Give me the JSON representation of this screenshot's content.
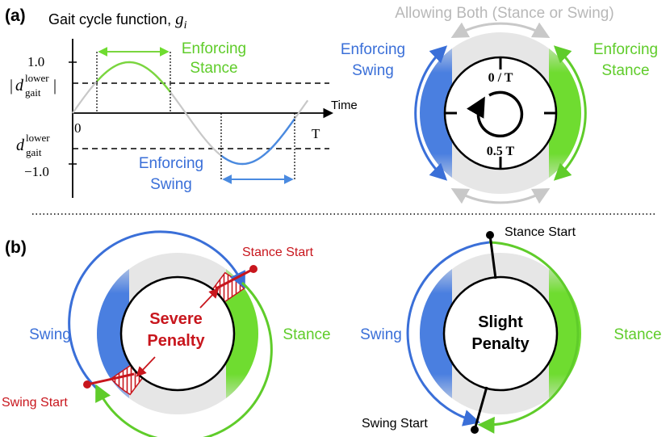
{
  "panel_a": {
    "label": "(a)",
    "graph": {
      "title": "Gait cycle function, ",
      "title_var": "g",
      "title_sub": "i",
      "y_one": "1.0",
      "y_minus_one": "−1.0",
      "d_open": "|",
      "d_letter": "d",
      "d_sup": "lower",
      "d_sub": "gait",
      "d_close": "|",
      "x_axis_label": "Time",
      "x_zero": "0",
      "x_end": "T",
      "enforce_stance_1": "Enforcing",
      "enforce_stance_2": "Stance",
      "enforce_swing_1": "Enforcing",
      "enforce_swing_2": "Swing"
    },
    "dial": {
      "allowing_both": "Allowing Both (Stance or Swing)",
      "swing_1": "Enforcing",
      "swing_2": "Swing",
      "stance_1": "Enforcing",
      "stance_2": "Stance",
      "top_mark": "0 / T",
      "bottom_mark": "0.5 T"
    }
  },
  "panel_b": {
    "label": "(b)",
    "left": {
      "penalty_1": "Severe",
      "penalty_2": "Penalty",
      "stance_start": "Stance Start",
      "swing_start": "Swing Start",
      "swing": "Swing",
      "stance": "Stance"
    },
    "right": {
      "penalty_1": "Slight",
      "penalty_2": "Penalty",
      "stance_start": "Stance Start",
      "swing_start": "Swing Start",
      "swing": "Swing",
      "stance": "Stance"
    }
  },
  "colors": {
    "blue": "#4a7fe0",
    "green": "#6fdc30",
    "grey": "#c8c8c8",
    "red": "#c8161d",
    "swing_label": "#3a6fd8",
    "stance_label": "#5fcc2a"
  }
}
